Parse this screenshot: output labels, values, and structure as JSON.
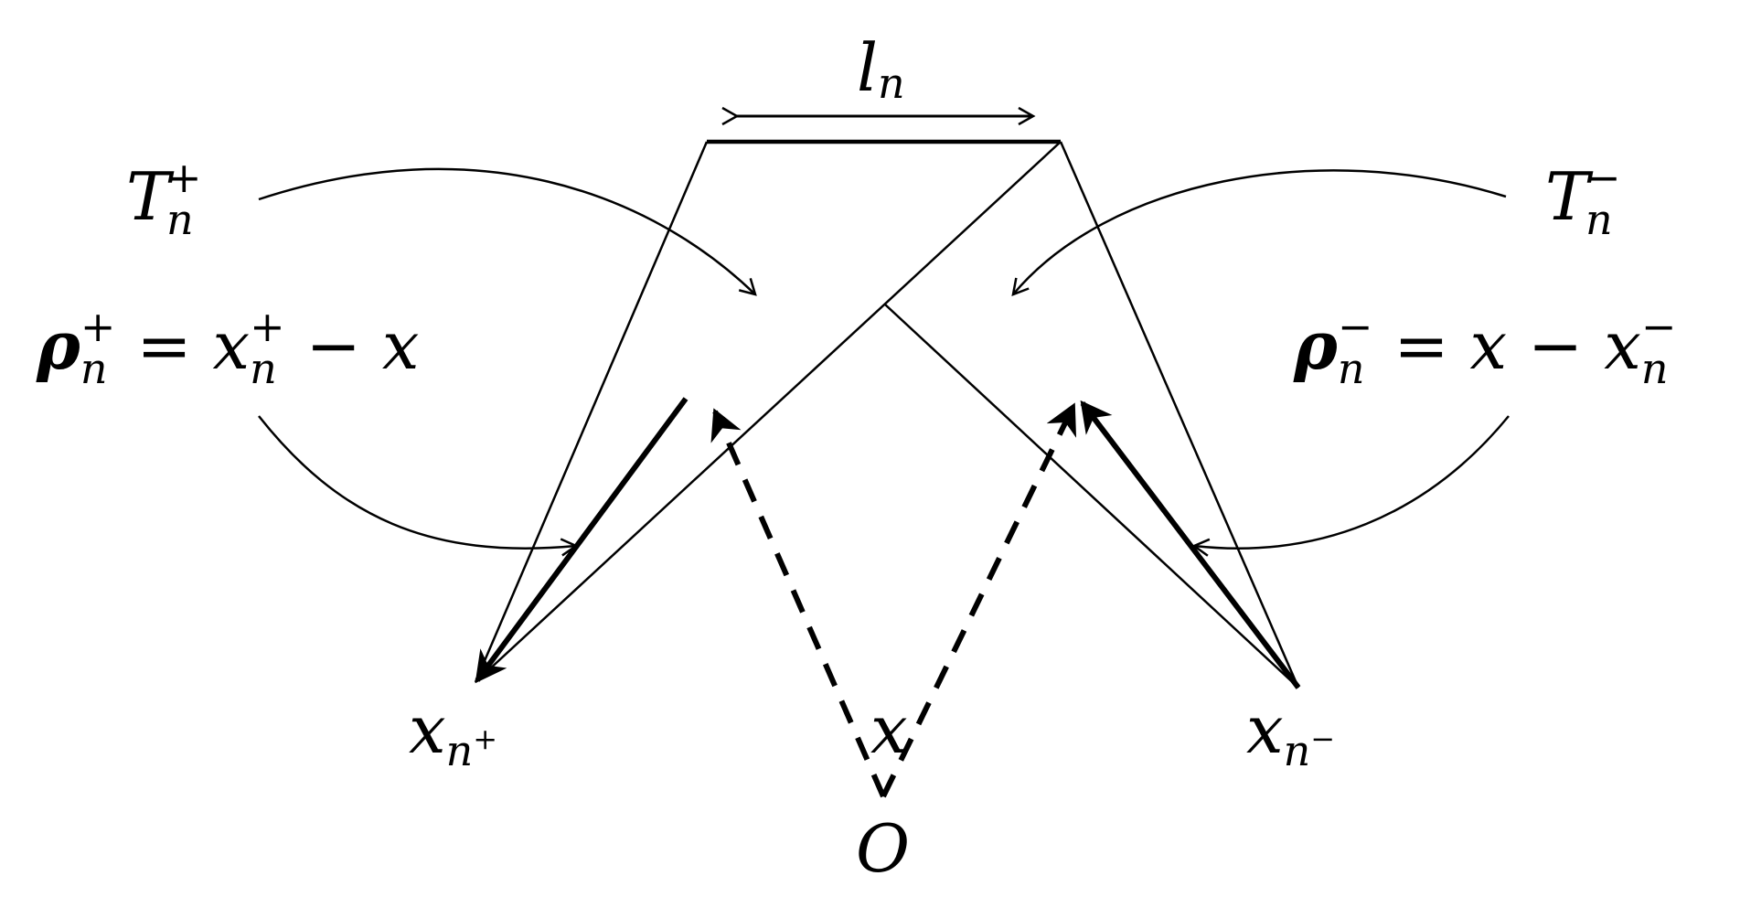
{
  "labels": {
    "l_n": "l_n",
    "T_plus": {
      "base": "T",
      "sup": "+",
      "sub": "n"
    },
    "T_minus": {
      "base": "T",
      "sup": "−",
      "sub": "n"
    },
    "rho_plus": {
      "base": "ρ",
      "sup": "+",
      "sub": "n",
      "eq": "=",
      "x_base": "x",
      "x_sup": "+",
      "x_sub": "n",
      "minus": "−",
      "x": "x"
    },
    "rho_minus": {
      "base": "ρ",
      "sup": "−",
      "sub": "n",
      "eq": "=",
      "x": "x",
      "minus": "−",
      "x_base": "x",
      "x_sup": "−",
      "x_sub": "n"
    },
    "x_n_plus": {
      "base": "x",
      "sub": "n",
      "subsup": "+"
    },
    "x_n_minus": {
      "base": "x",
      "sub": "n",
      "subsup": "−"
    },
    "x": "x",
    "O": "O"
  }
}
